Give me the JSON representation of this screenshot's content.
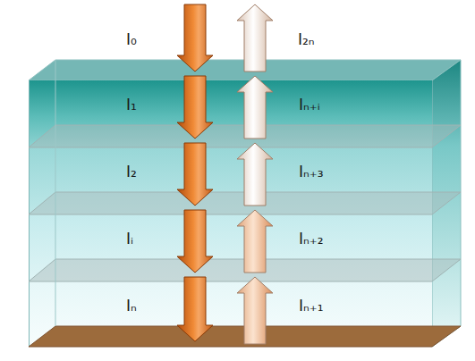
{
  "diagram": {
    "nodes": [
      {
        "text": [
          "I₁",
          "Iₙ₊ᵢ"
        ]
      },
      {
        "text": [
          "I₂",
          "Iₙ₊₃"
        ]
      },
      {
        "text": [
          "Iᵢ",
          "Iₙ₊₂"
        ]
      },
      {
        "text": [
          "Iₙ",
          "Iₙ₊₁"
        ]
      }
    ],
    "labels": [
      "I₀",
      "I₂ₙ"
    ]
  }
}
